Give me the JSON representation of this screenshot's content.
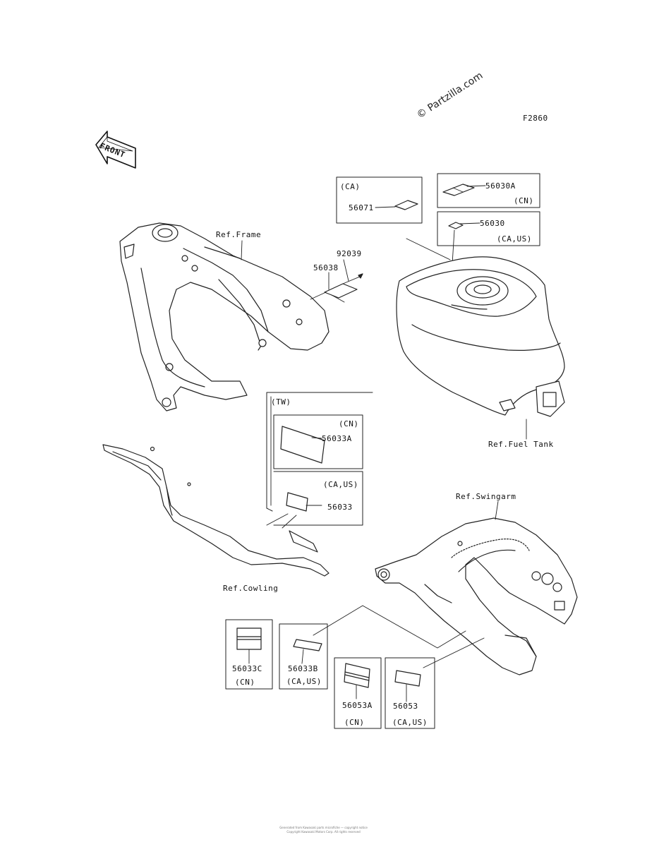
{
  "figure_code": "F2860",
  "watermark": "© Partzilla.com",
  "front_arrow": "FRONT",
  "refs": {
    "frame": "Ref.Frame",
    "fuel_tank": "Ref.Fuel Tank",
    "swingarm": "Ref.Swingarm",
    "cowling": "Ref.Cowling"
  },
  "parts": {
    "p56071": "56071",
    "p56030A": "56030A",
    "p56030": "56030",
    "p92039": "92039",
    "p56038": "56038",
    "p56033A": "56033A",
    "p56033": "56033",
    "p56033C": "56033C",
    "p56033B": "56033B",
    "p56053A": "56053A",
    "p56053": "56053"
  },
  "regions": {
    "ca": "(CA)",
    "cn": "(CN)",
    "ca_us": "(CA,US)",
    "tw": "(TW)"
  },
  "footer": {
    "line1": "Generated from Kawasaki parts microfiche — copyright notice",
    "line2": "Copyright Kawasaki Motors Corp. All rights reserved"
  }
}
